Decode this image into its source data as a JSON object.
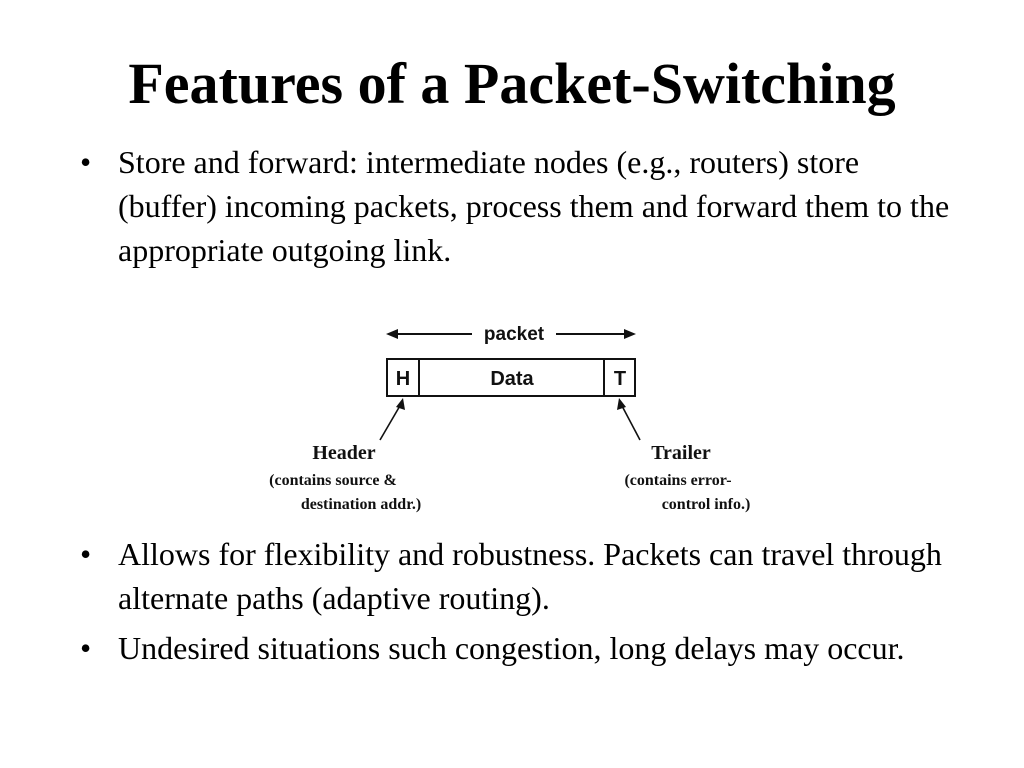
{
  "slide": {
    "title": "Features of a Packet-Switching",
    "bullet_symbol": "•",
    "bullets_top": [
      "Store and forward: intermediate nodes (e.g., routers) store (buffer) incoming packets, process them and forward them to the appropriate outgoing link."
    ],
    "bullets_bottom": [
      "Allows for flexibility and robustness. Packets can travel through alternate paths (adaptive routing).",
      "Undesired situations such congestion, long delays may occur."
    ]
  },
  "diagram": {
    "packet_label": "packet",
    "header_cell": "H",
    "data_cell": "Data",
    "trailer_cell": "T",
    "header_title": "Header",
    "header_desc_line1": "(contains source &",
    "header_desc_line2": "destination addr.)",
    "trailer_title": "Trailer",
    "trailer_desc_line1": "(contains error-",
    "trailer_desc_line2": "control info.)"
  }
}
